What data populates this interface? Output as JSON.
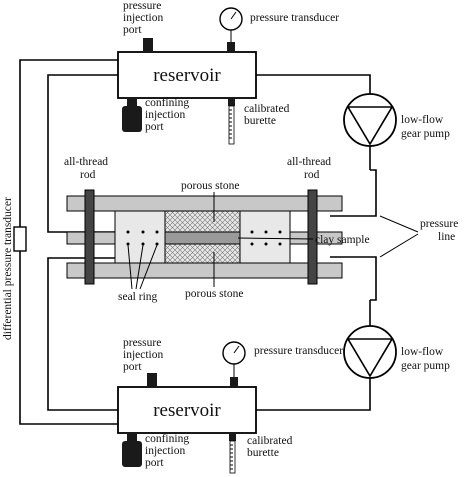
{
  "labels": {
    "pressure_injection_port_top": [
      "pressure",
      "injection",
      "port"
    ],
    "pressure_transducer_top": "pressure transducer",
    "reservoir_top": "reservoir",
    "confining_injection_port_top": [
      "confining",
      "injection",
      "port"
    ],
    "calibrated_burette_top": [
      "calibrated",
      "burette"
    ],
    "pump_top": [
      "low-flow",
      "gear pump"
    ],
    "all_thread_rod_left": [
      "all-thread",
      "rod"
    ],
    "all_thread_rod_right": [
      "all-thread",
      "rod"
    ],
    "porous_stone_top": "porous stone",
    "porous_stone_bottom": "porous stone",
    "clay_sample": "clay sample",
    "pressure_line": [
      "pressure",
      "line"
    ],
    "seal_ring": "seal ring",
    "differential_pressure_transducer": "differential pressure transducer",
    "pressure_injection_port_bottom": [
      "pressure",
      "injection",
      "port"
    ],
    "pressure_transducer_bottom": "pressure transducer",
    "reservoir_bottom": "reservoir",
    "pump_bottom": [
      "low-flow",
      "gear pump"
    ],
    "confining_injection_port_bottom": [
      "confining",
      "injection",
      "port"
    ],
    "calibrated_burette_bottom": [
      "calibrated",
      "burette"
    ]
  },
  "colors": {
    "line": "#000000",
    "plate_fill": "#c8c8c8",
    "porous_fill": "#e4e4e4",
    "clay_fill": "#9a9a9a",
    "dark": "#1a1a1a"
  }
}
